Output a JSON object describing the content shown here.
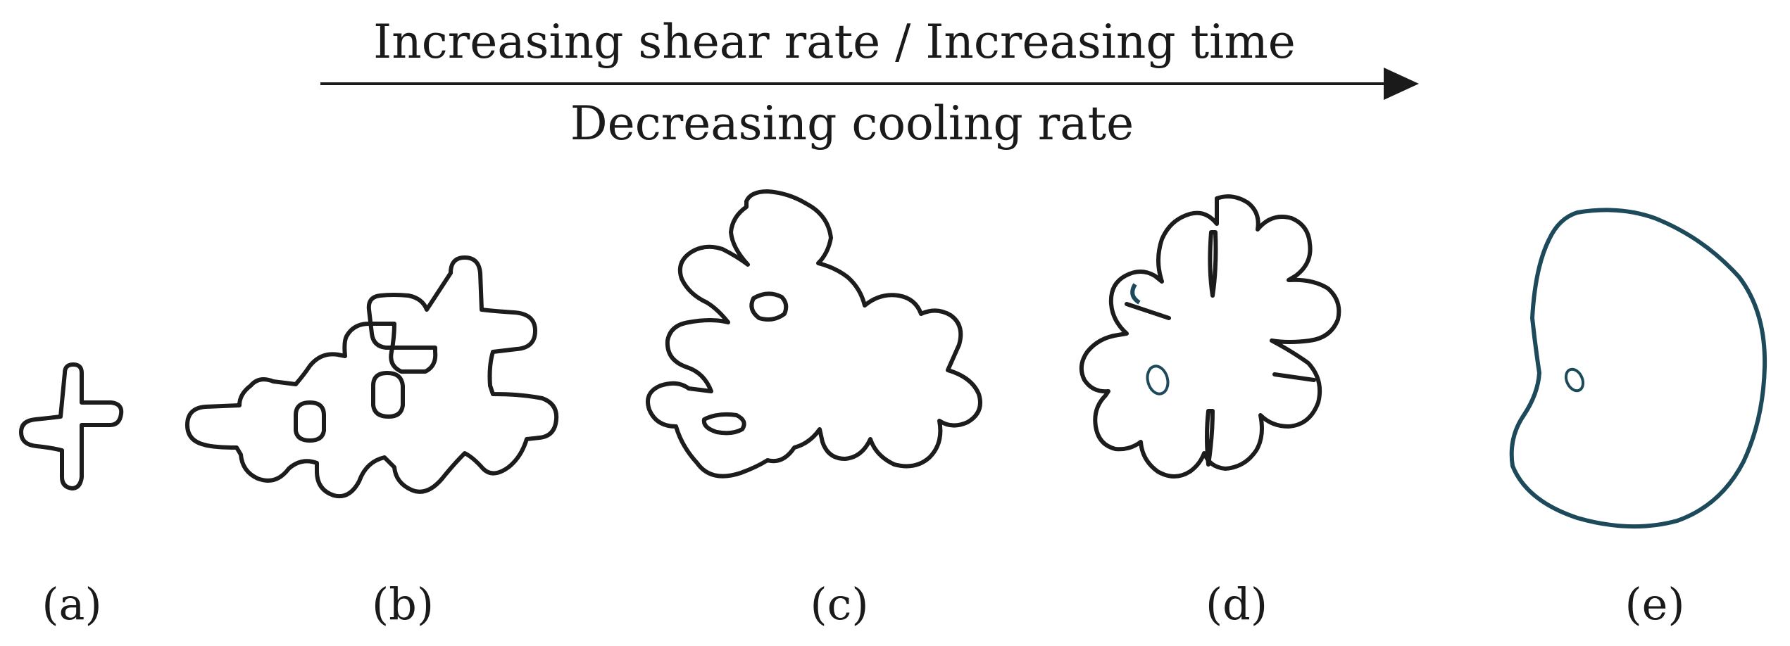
{
  "arrow": {
    "label_top": "Increasing shear rate / Increasing time",
    "label_bottom": "Decreasing cooling rate"
  },
  "panels": [
    {
      "label": "(a)",
      "morphology_icon": "small-cross-dendrite-icon"
    },
    {
      "label": "(b)",
      "morphology_icon": "branched-dendrite-icon"
    },
    {
      "label": "(c)",
      "morphology_icon": "coarsened-dendrite-icon"
    },
    {
      "label": "(d)",
      "morphology_icon": "rosette-icon"
    },
    {
      "label": "(e)",
      "morphology_icon": "globular-particle-icon"
    }
  ],
  "colors": {
    "outline": "#1c1c1c",
    "outline_teal": "#1d4a5a",
    "text": "#1a1a1a"
  }
}
